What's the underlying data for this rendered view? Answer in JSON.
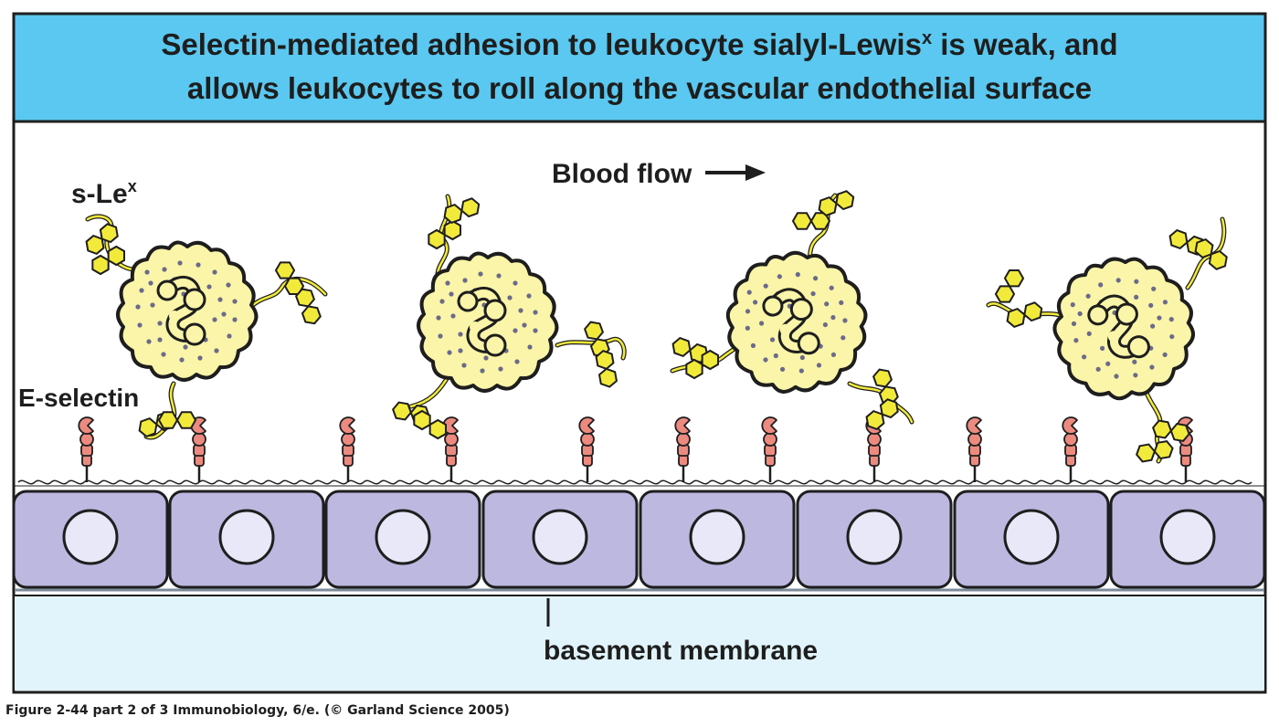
{
  "title": {
    "line1_main": "Selectin-mediated adhesion to leukocyte sialyl-Lewis",
    "line1_sup": "x",
    "line1_end": " is weak, and",
    "line2": "allows leukocytes to roll along the vascular endothelial surface"
  },
  "labels": {
    "slex_main": "s-Le",
    "slex_sup": "x",
    "e_selectin": "E-selectin",
    "blood_flow": "Blood flow",
    "basement_membrane": "basement membrane"
  },
  "caption": "Figure 2-44 part 2 of 3  Immunobiology, 6/e. (© Garland Science 2005)",
  "colors": {
    "title_band": "#5ac8f0",
    "leukocyte": "#faf5a8",
    "ligand": "#f2ea3a",
    "selectin": "#ec8a80",
    "endothelium": "#bdb8e0",
    "nucleus": "#e8e8f8",
    "basement": "#e2f4fb",
    "outline": "#1e1e1e"
  }
}
